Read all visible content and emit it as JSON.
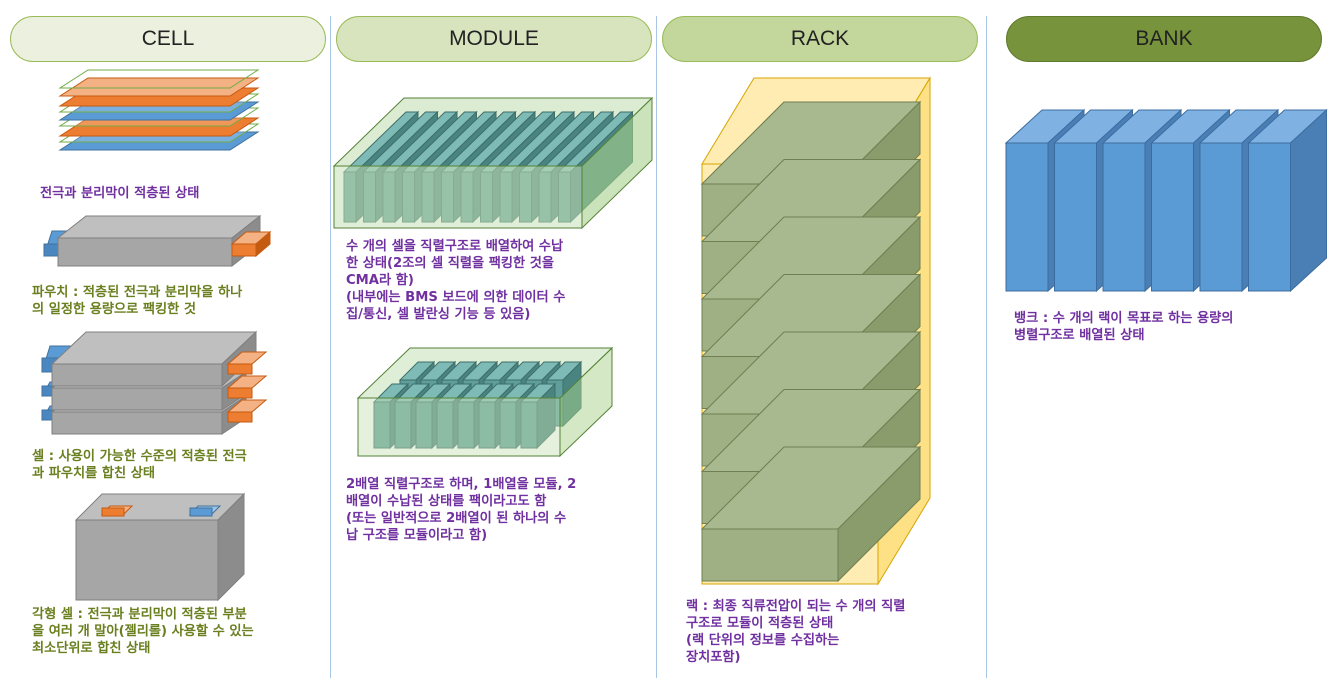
{
  "headers": {
    "cell": "CELL",
    "module": "MODULE",
    "rack": "RACK",
    "bank": "BANK"
  },
  "header_colors": {
    "cell": "#ebf1de",
    "module": "#d7e4bd",
    "rack": "#c3d69b",
    "bank": "#77933c"
  },
  "cell": {
    "stack_caption": "전극과 분리막이 적층된 상태",
    "pouch_caption": "파우치 : 적층된 전극과 분리막을 하나\n의 일정한 용량으로 팩킹한 것",
    "cell_caption": "셀 : 사용이 가능한 수준의 적층된 전극\n과 파우치를 합친 상태",
    "prismatic_caption": "각형 셀 : 전극과 분리막이 적층된 부분\n을 여러 개 말아(젤리롤) 사용할 수 있는\n최소단위로 합친 상태"
  },
  "module": {
    "caption_1": "수 개의 셀을 직렬구조로 배열하여 수납\n한 상태(2조의 셀 직렬을 팩킹한 것을\nCMA라 함)\n(내부에는 BMS 보드에 의한 데이터 수\n집/통신, 셀 발란싱 기능 등 있음)",
    "caption_2": "2배열 직렬구조로 하며, 1배열을 모듈, 2\n배열이 수납된 상태를 팩이라고도 함\n(또는 일반적으로 2배열이 된 하나의 수\n납 구조를 모듈이라고 함)"
  },
  "rack": {
    "caption": "랙 : 최종 직류전압이 되는 수 개의 직렬\n구조로 모듈이 적층된 상태\n(랙 단위의 정보를 수집하는\n 장치포함)"
  },
  "bank": {
    "caption": "뱅크 : 수 개의 랙이 목표로 하는 용량의\n병렬구조로 배열된 상태"
  }
}
